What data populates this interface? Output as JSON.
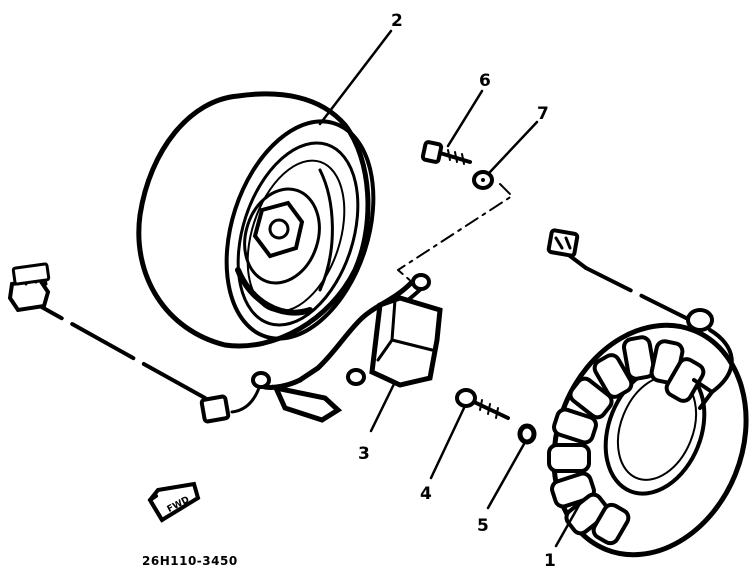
{
  "diagram": {
    "callouts": {
      "part1": "1",
      "part2": "2",
      "part3": "3",
      "part4": "4",
      "part5": "5",
      "part6": "6",
      "part7": "7"
    },
    "direction_label": "FWD",
    "drawing_code": "26H110-3450"
  },
  "colors": {
    "ink": "#000000",
    "paper": "#ffffff"
  }
}
